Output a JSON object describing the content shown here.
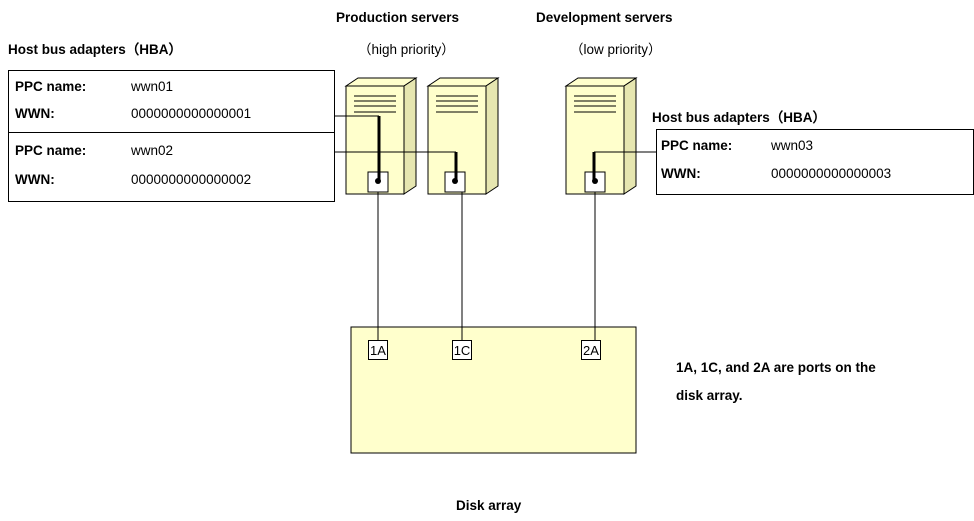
{
  "labels": {
    "production_title": "Production servers",
    "production_sub": "（high priority）",
    "development_title": "Development servers",
    "development_sub": "（low priority）",
    "hba_left_title": "Host bus adapters（HBA）",
    "hba_right_title": "Host bus adapters（HBA）",
    "disk_array": "Disk array",
    "note_line1": "1A, 1C, and 2A are ports on the",
    "note_line2": "disk array."
  },
  "hba_left": [
    {
      "ppc_label": "PPC name:",
      "ppc_value": "wwn01",
      "wwn_label": "WWN:",
      "wwn_value": "0000000000000001"
    },
    {
      "ppc_label": "PPC name:",
      "ppc_value": "wwn02",
      "wwn_label": "WWN:",
      "wwn_value": "0000000000000002"
    }
  ],
  "hba_right": [
    {
      "ppc_label": "PPC name:",
      "ppc_value": "wwn03",
      "wwn_label": "WWN:",
      "wwn_value": "0000000000000003"
    }
  ],
  "ports": [
    "1A",
    "1C",
    "2A"
  ],
  "colors": {
    "server_fill": "#ffffcc",
    "disk_fill": "#ffffcc",
    "line": "#000000"
  }
}
